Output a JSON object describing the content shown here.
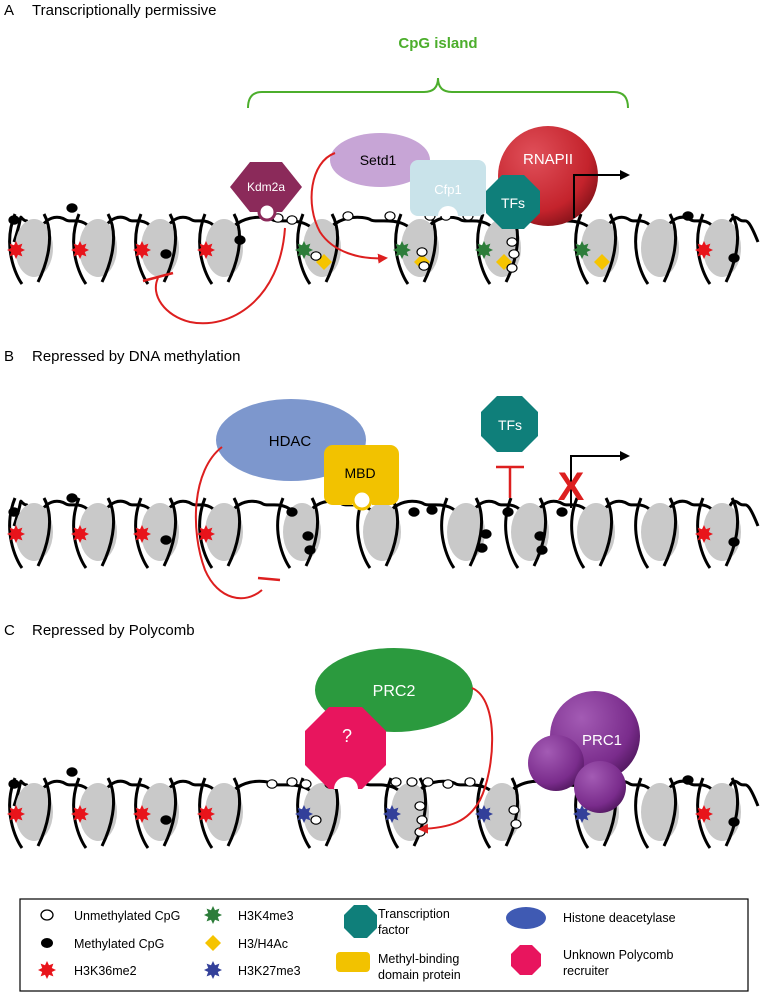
{
  "panels": {
    "a": {
      "letter": "A",
      "title": "Transcriptionally permissive",
      "cpg_island": "CpG island",
      "kdm2a": "Kdm2a",
      "setd1": "Setd1",
      "cfp1": "Cfp1",
      "rnapii": "RNAPII",
      "tfs": "TFs"
    },
    "b": {
      "letter": "B",
      "title": "Repressed by DNA methylation",
      "hdac": "HDAC",
      "mbd": "MBD",
      "tfs": "TFs",
      "block": "X"
    },
    "c": {
      "letter": "C",
      "title": "Repressed by Polycomb",
      "prc2": "PRC2",
      "prc1": "PRC1",
      "unknown": "?"
    }
  },
  "legend": {
    "unmethylated_cpg": "Unmethylated CpG",
    "methylated_cpg": "Methylated CpG",
    "h3k36me2": "H3K36me2",
    "h3k4me3": "H3K4me3",
    "h3h4ac": "H3/H4Ac",
    "h3k27me3": "H3K27me3",
    "tf_line1": "Transcription",
    "tf_line2": "factor",
    "mbd_line1": "Methyl-binding",
    "mbd_line2": "domain protein",
    "hdac_label": "Histone deacetylase",
    "unknown_line1": "Unknown Polycomb",
    "unknown_line2": "recruiter"
  },
  "colors": {
    "cpg_green": "#4cae2c",
    "h3k36me2": "#e8141b",
    "h3k4me3": "#2d7d3a",
    "h3h4ac": "#f5c400",
    "h3k27me3": "#33409a",
    "kdm2a": "#8b2a5a",
    "setd1": "#c7a5d6",
    "cfp1": "#c9e3ea",
    "rnapii": "#c4232c",
    "tf": "#0f7f7a",
    "hdac": "#7d97cd",
    "mbd": "#f2c200",
    "prc2": "#2b9a3e",
    "prc1": "#7a2c8c",
    "unknown": "#e8155e",
    "arrow_red": "#dd1f1f",
    "nucleosome": "#c9c9c9"
  },
  "icons": {
    "h3k36me2": "red-star-icon",
    "h3k4me3": "green-star-icon",
    "h3h4ac": "yellow-diamond-icon",
    "h3k27me3": "blue-star-icon",
    "unmethylated_cpg": "white-circle-icon",
    "methylated_cpg": "black-circle-icon"
  }
}
